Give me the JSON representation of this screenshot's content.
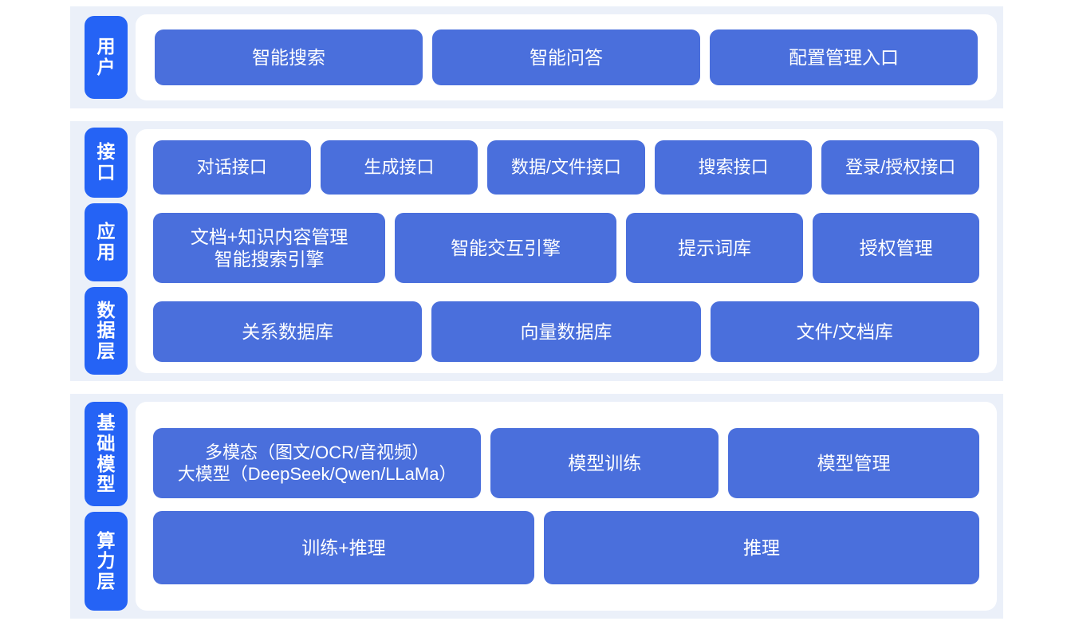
{
  "colors": {
    "tab_blue": "#2563f5",
    "box_blue": "#4a6fdc",
    "group_bg": "#ebf0f9",
    "panel_bg": "#ffffff",
    "page_bg": "#ffffff",
    "text_on_blue": "#ffffff"
  },
  "groups": [
    {
      "id": "user",
      "tabs": [
        {
          "label": "用户",
          "chars": [
            "用",
            "户"
          ]
        }
      ],
      "rows": [
        {
          "id": "user-entries",
          "boxes": [
            {
              "label": "智能搜索"
            },
            {
              "label": "智能问答"
            },
            {
              "label": "配置管理入口"
            }
          ]
        }
      ]
    },
    {
      "id": "middle",
      "tabs": [
        {
          "label": "接口",
          "chars": [
            "接",
            "口"
          ]
        },
        {
          "label": "应用",
          "chars": [
            "应",
            "用"
          ]
        },
        {
          "label": "数据层",
          "chars": [
            "数",
            "据",
            "层"
          ]
        }
      ],
      "rows": [
        {
          "id": "interface",
          "boxes": [
            {
              "label": "对话接口"
            },
            {
              "label": "生成接口"
            },
            {
              "label": "数据/文件接口"
            },
            {
              "label": "搜索接口"
            },
            {
              "label": "登录/授权接口"
            }
          ]
        },
        {
          "id": "application",
          "boxes": [
            {
              "label": "文档+知识内容管理\n智能搜索引擎",
              "flex": 3
            },
            {
              "label": "智能交互引擎",
              "flex": 2.85
            },
            {
              "label": "提示词库",
              "flex": 2.25
            },
            {
              "label": "授权管理",
              "flex": 2.1
            }
          ]
        },
        {
          "id": "data",
          "boxes": [
            {
              "label": "关系数据库"
            },
            {
              "label": "向量数据库"
            },
            {
              "label": "文件/文档库"
            }
          ]
        }
      ]
    },
    {
      "id": "foundation",
      "tabs": [
        {
          "label": "基础模型",
          "chars": [
            "基",
            "础",
            "模",
            "型"
          ]
        },
        {
          "label": "算力层",
          "chars": [
            "算",
            "力",
            "层"
          ]
        }
      ],
      "rows": [
        {
          "id": "models",
          "boxes": [
            {
              "label": "多模态（图文/OCR/音视频）\n大模型（DeepSeek/Qwen/LLaMa）",
              "flex": 4.1
            },
            {
              "label": "模型训练",
              "flex": 2.8
            },
            {
              "label": "模型管理",
              "flex": 3.1
            }
          ]
        },
        {
          "id": "compute",
          "boxes": [
            {
              "label": "训练+推理",
              "flex": 4.75
            },
            {
              "label": "推理",
              "flex": 5.45
            }
          ]
        }
      ]
    }
  ]
}
